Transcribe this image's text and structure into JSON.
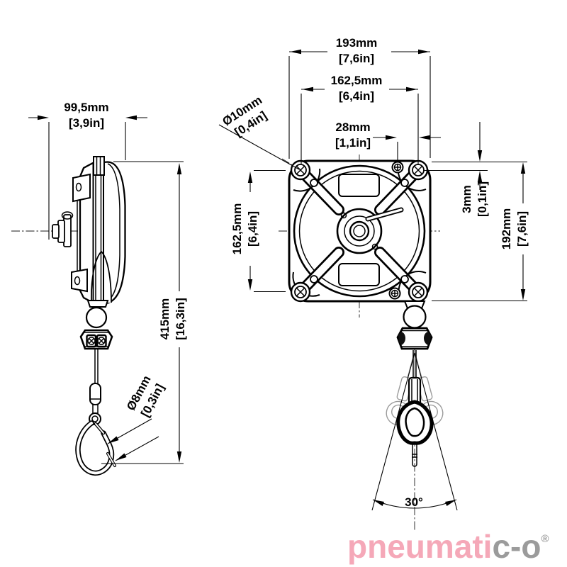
{
  "dimensions": {
    "overall_width": {
      "metric": "193mm",
      "imperial": "[7,6in]"
    },
    "hole_spacing_horizontal": {
      "metric": "162,5mm",
      "imperial": "[6,4in]"
    },
    "hole_offset_top": {
      "metric": "28mm",
      "imperial": "[1,1in]"
    },
    "mount_hole_diameter": {
      "metric": "Ø10mm",
      "imperial": "[0,4in]"
    },
    "body_depth": {
      "metric": "99,5mm",
      "imperial": "[3,9in]"
    },
    "plate_edge_to_hole": {
      "metric": "3mm",
      "imperial": "[0,1in]"
    },
    "overall_height": {
      "metric": "192mm",
      "imperial": "[7,6in]"
    },
    "hole_spacing_vertical": {
      "metric": "162,5mm",
      "imperial": "[6,4in]"
    },
    "total_length": {
      "metric": "415mm",
      "imperial": "[16,3in]"
    },
    "cable_diameter": {
      "metric": "Ø8mm",
      "imperial": "[0,3in]"
    },
    "swing_angle": "30°"
  },
  "logo": {
    "primary": "pneumati",
    "secondary": "c-o",
    "registered": "®"
  },
  "colors": {
    "line": "#000000",
    "ghost": "#9b9b9b",
    "logo_primary": "#f5a8b8",
    "logo_secondary": "#9b9b9b"
  }
}
